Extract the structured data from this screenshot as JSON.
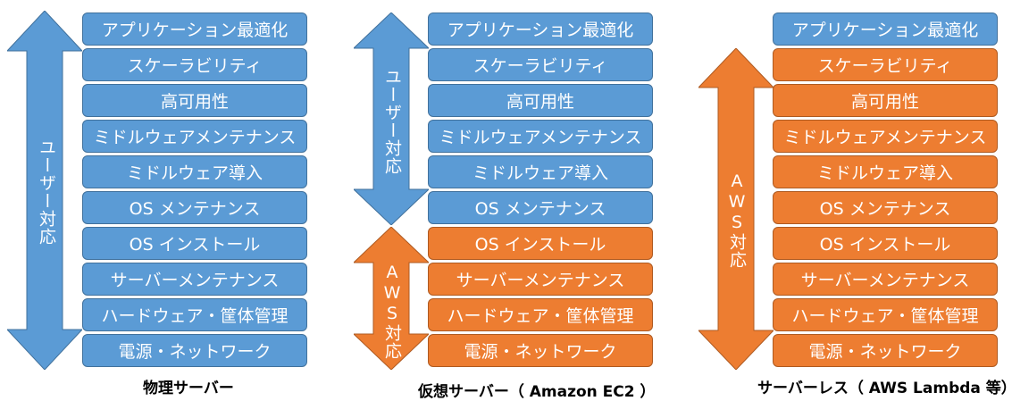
{
  "layers": [
    "アプリケーション最適化",
    "スケーラビリティ",
    "高可用性",
    "ミドルウェアメンテナンス",
    "ミドルウェア導入",
    "OS メンテナンス",
    "OS インストール",
    "サーバーメンテナンス",
    "ハードウェア・筐体管理",
    "電源・ネットワーク"
  ],
  "columns": [
    {
      "caption": "物理サーバー",
      "layer_colors": [
        "blue",
        "blue",
        "blue",
        "blue",
        "blue",
        "blue",
        "blue",
        "blue",
        "blue",
        "blue"
      ],
      "arrows": [
        {
          "label": "ユーザー対応",
          "color": "#5b9bd5"
        }
      ]
    },
    {
      "caption": "仮想サーバー（ Amazon EC2 ）",
      "layer_colors": [
        "blue",
        "blue",
        "blue",
        "blue",
        "blue",
        "blue",
        "orange",
        "orange",
        "orange",
        "orange"
      ],
      "arrows": [
        {
          "label": "ユーザー対応",
          "color": "#5b9bd5"
        },
        {
          "label": "AWS対応",
          "color": "#ed7d31"
        }
      ]
    },
    {
      "caption": "サーバーレス（ AWS Lambda 等）",
      "layer_colors": [
        "blue",
        "orange",
        "orange",
        "orange",
        "orange",
        "orange",
        "orange",
        "orange",
        "orange",
        "orange"
      ],
      "arrows": [
        {
          "label": "AWS対応",
          "color": "#ed7d31"
        }
      ]
    }
  ],
  "colors": {
    "blue": "#5b9bd5",
    "orange": "#ed7d31"
  }
}
